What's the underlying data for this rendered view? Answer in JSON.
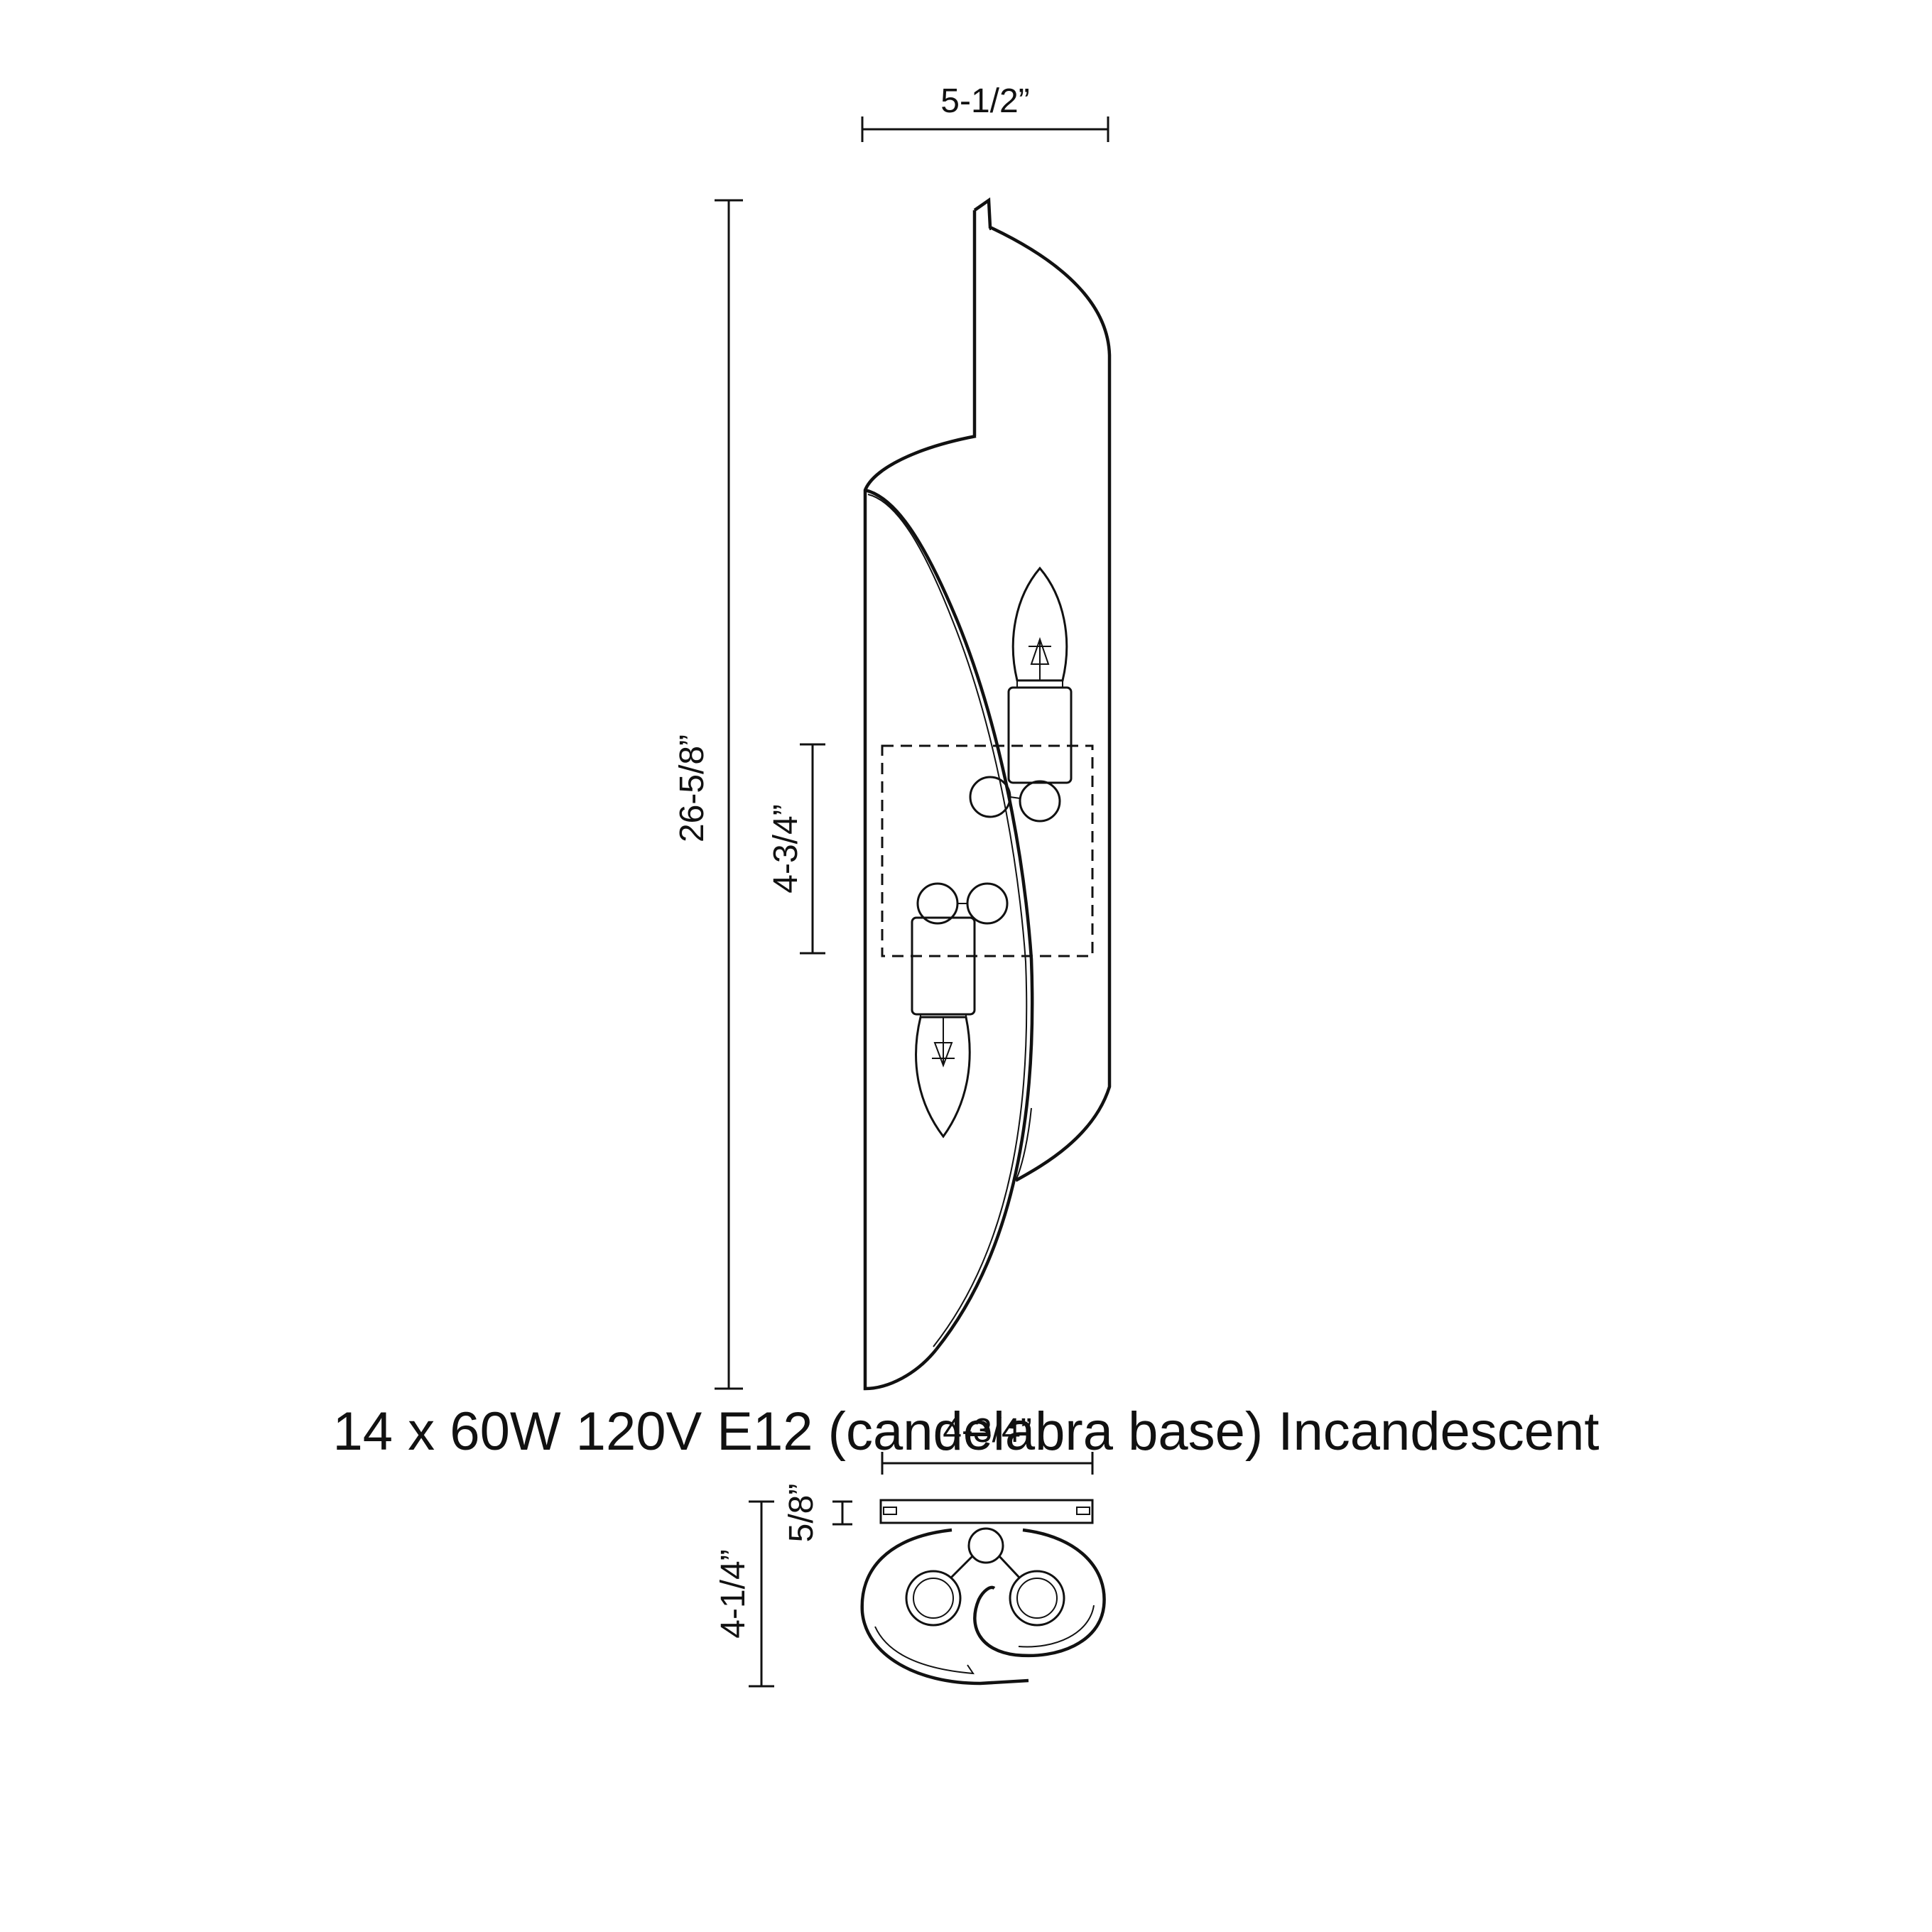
{
  "dimensions": {
    "width_top": "5-1/2”",
    "height_overall": "26-5/8”",
    "backplate_height": "4-3/4”",
    "backplate_width": "4-3/4”",
    "backplate_depth": "5/8”",
    "depth_overall": "4-1/4”"
  },
  "spec_line": "14 x 60W 120V E12 (candelabra base) Incandescent"
}
